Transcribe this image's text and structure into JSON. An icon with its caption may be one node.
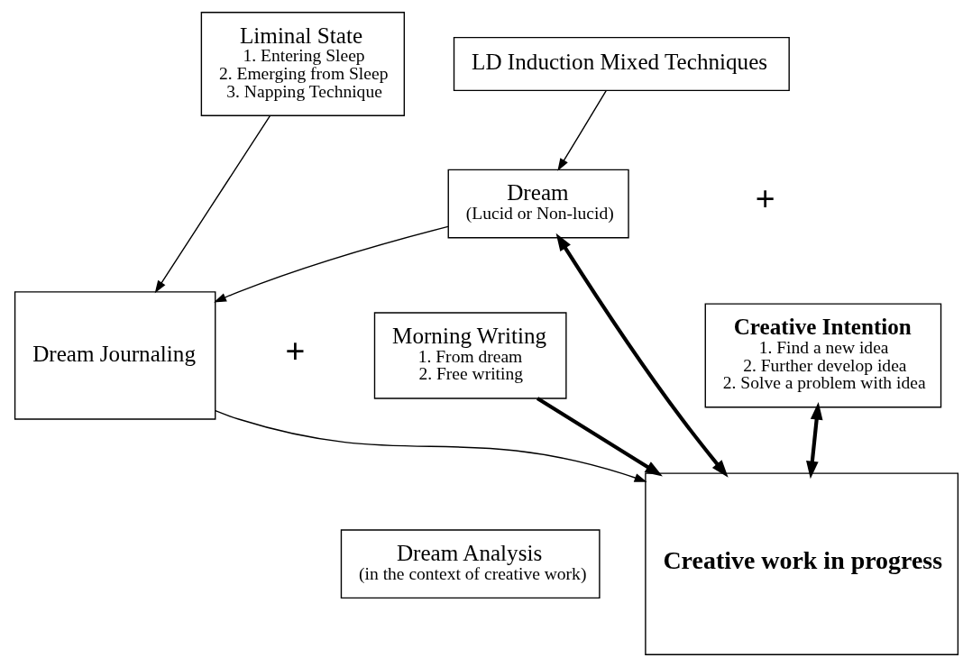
{
  "diagram": {
    "nodes": [
      {
        "text": [
          "Liminal State",
          "1. Entering Sleep",
          "2. Emerging from Sleep",
          "3. Napping Technique"
        ]
      },
      {
        "text": [
          "Dream Journaling"
        ]
      },
      {
        "text": [
          "Morning Writing",
          "1. From dream",
          "2. Free writing"
        ]
      },
      {
        "text": [
          "Dream Analysis",
          "(in the context of creative work)"
        ]
      },
      {
        "text": [
          "Dream",
          "(Lucid or Non-lucid)"
        ]
      },
      {
        "text": [
          "Creative work in progress"
        ]
      },
      {
        "text": [
          "LD Induction Mixed Techniques"
        ]
      },
      {
        "text": [
          "Creative Intention",
          "1. Find a new idea",
          "2. Further develop idea",
          "2. Solve a problem with idea"
        ]
      }
    ],
    "edges": [
      {
        "from": 0,
        "to": 1,
        "arrow": "to"
      },
      {
        "from": 4,
        "to": 1,
        "arrow": "to"
      },
      {
        "from": 1,
        "to": 5,
        "arrow": "to"
      },
      {
        "from": 2,
        "to": 5,
        "arrow": "to",
        "style": "thick"
      },
      {
        "from": 4,
        "to": 5,
        "arrow": "both",
        "style": "thick"
      },
      {
        "from": 6,
        "to": 4,
        "arrow": "to"
      },
      {
        "from": 7,
        "to": 5,
        "arrow": "both",
        "style": "thick"
      }
    ],
    "labels": [
      "+",
      "+"
    ]
  }
}
